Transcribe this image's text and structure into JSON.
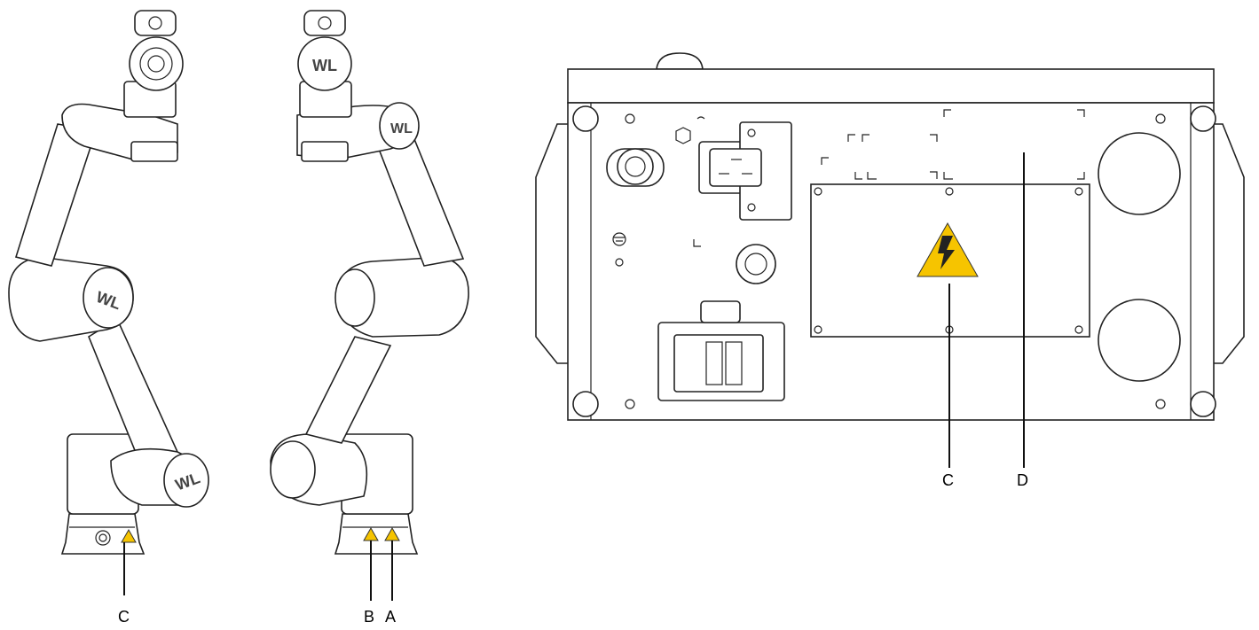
{
  "callouts": {
    "left_robot_c": "C",
    "right_robot_b": "B",
    "right_robot_a": "A",
    "controller_c": "C",
    "controller_d": "D"
  },
  "logo_text": "WL",
  "colors": {
    "line": "#111111",
    "warning_yellow": "#f6c400",
    "background": "#ffffff"
  },
  "icons": [
    "warning-triangle-icon",
    "electric-shock-warning-icon",
    "ground-symbol-icon"
  ]
}
